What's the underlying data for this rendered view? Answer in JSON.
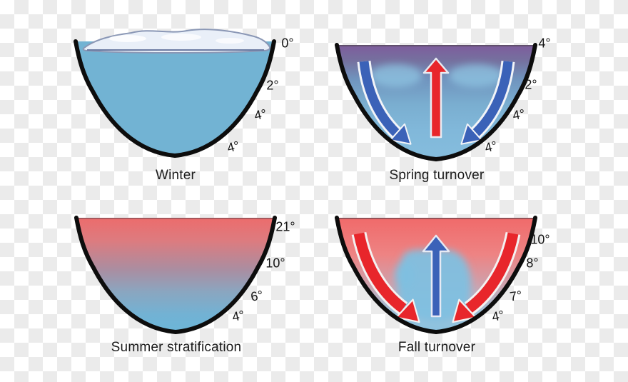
{
  "figure": {
    "panels": [
      {
        "caption": "Winter",
        "temps": [
          "0°",
          "2°",
          "4°",
          "4°"
        ]
      },
      {
        "caption": "Spring turnover",
        "temps": [
          "4°",
          "2°",
          "4°",
          "4°"
        ]
      },
      {
        "caption": "Summer stratification",
        "temps": [
          "21°",
          "10°",
          "6°",
          "4°"
        ]
      },
      {
        "caption": "Fall turnover",
        "temps": [
          "10°",
          "8°",
          "7°",
          "4°"
        ]
      }
    ],
    "colors": {
      "winter_water": "#72b3d3",
      "ice_white": "#e9eff8",
      "spring_surface": "#7e5c9c",
      "summer_surface": "#ec6c6c",
      "fall_surface": "#f06a6a",
      "deep_water": "#85bddd",
      "warm_arrow_red": "#e8262b",
      "cold_arrow_blue": "#3b62b8",
      "outline_black": "#0d0d0d",
      "checker_light": "#ffffff",
      "checker_gray": "#ebebeb"
    }
  }
}
